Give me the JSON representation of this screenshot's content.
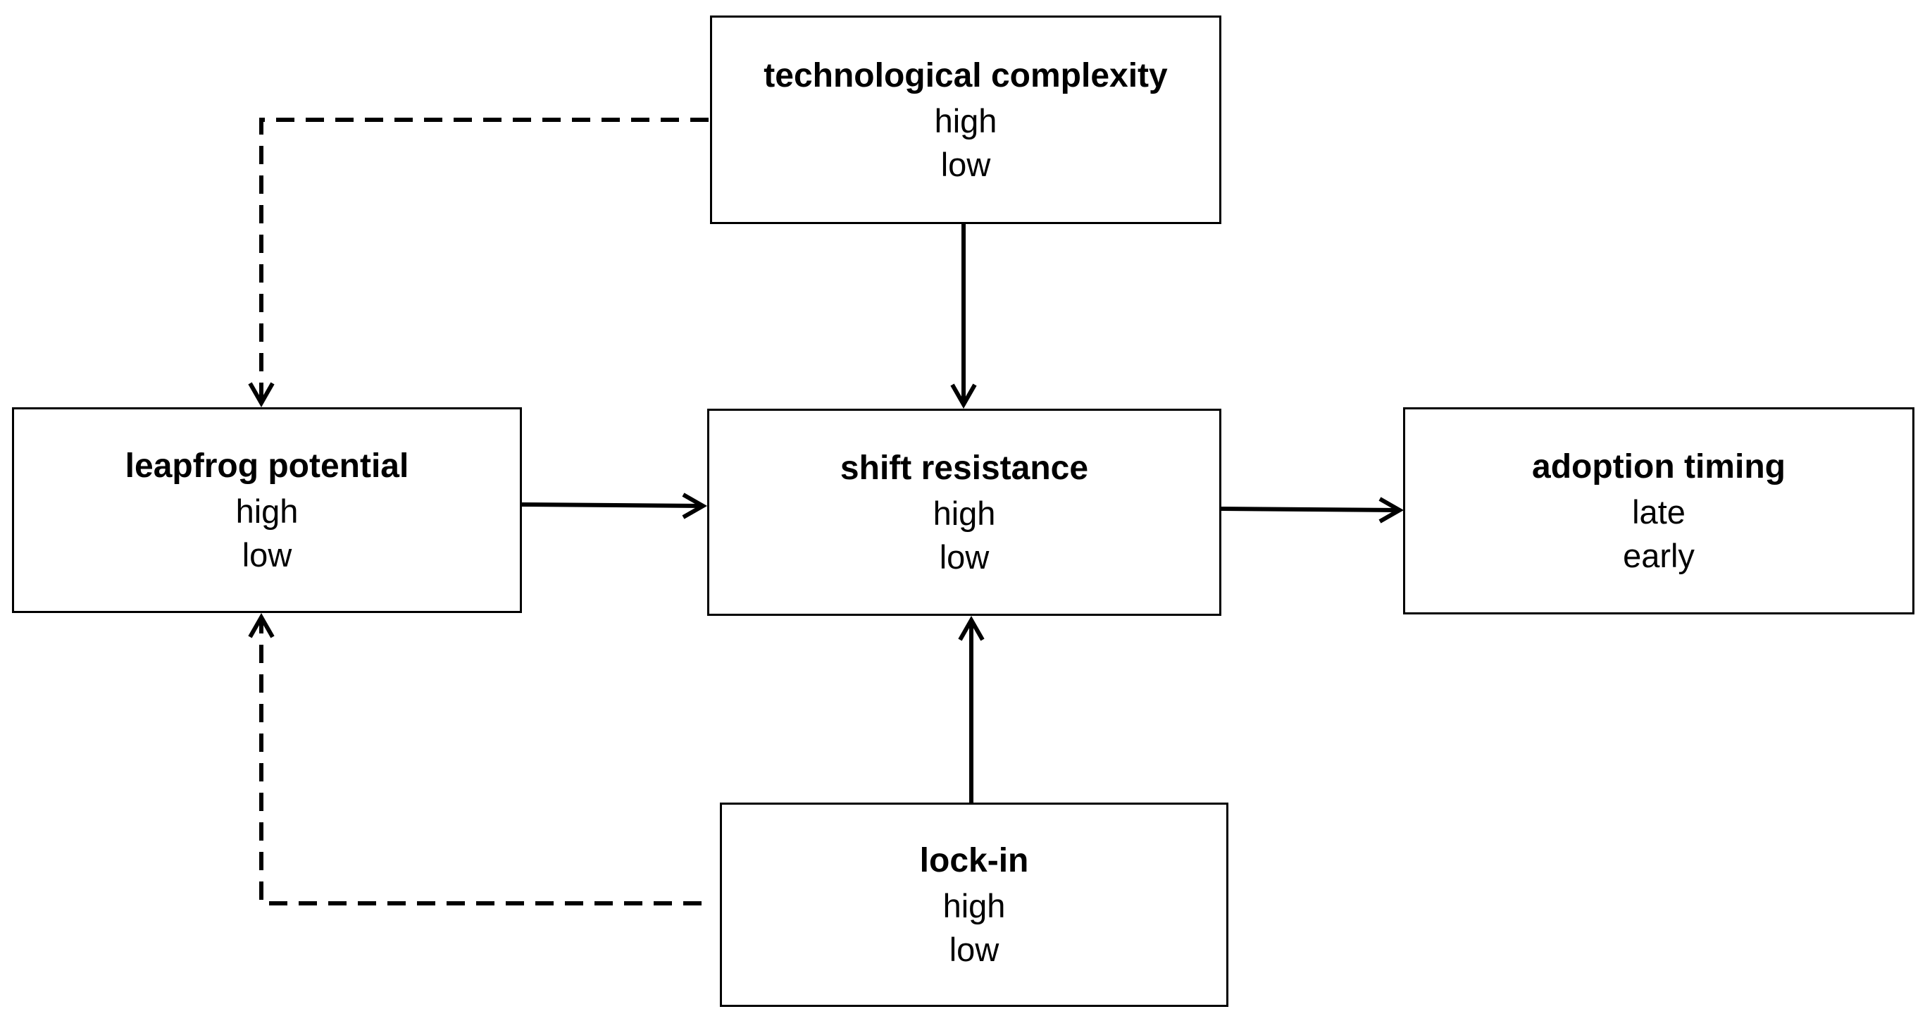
{
  "nodes": {
    "technological_complexity": {
      "title": "technological complexity",
      "levels": [
        "high",
        "low"
      ]
    },
    "leapfrog_potential": {
      "title": "leapfrog potential",
      "levels": [
        "high",
        "low"
      ]
    },
    "shift_resistance": {
      "title": "shift resistance",
      "levels": [
        "high",
        "low"
      ]
    },
    "adoption_timing": {
      "title": "adoption timing",
      "levels": [
        "late",
        "early"
      ]
    },
    "lock_in": {
      "title": "lock-in",
      "levels": [
        "high",
        "low"
      ]
    }
  },
  "edges": [
    {
      "from": "technological_complexity",
      "to": "shift_resistance",
      "style": "solid"
    },
    {
      "from": "leapfrog_potential",
      "to": "shift_resistance",
      "style": "solid"
    },
    {
      "from": "lock_in",
      "to": "shift_resistance",
      "style": "solid"
    },
    {
      "from": "shift_resistance",
      "to": "adoption_timing",
      "style": "solid"
    },
    {
      "from": "technological_complexity",
      "to": "leapfrog_potential",
      "style": "dashed"
    },
    {
      "from": "lock_in",
      "to": "leapfrog_potential",
      "style": "dashed"
    }
  ],
  "colors": {
    "line": "#000000",
    "box_border": "#000000",
    "background": "#ffffff"
  }
}
